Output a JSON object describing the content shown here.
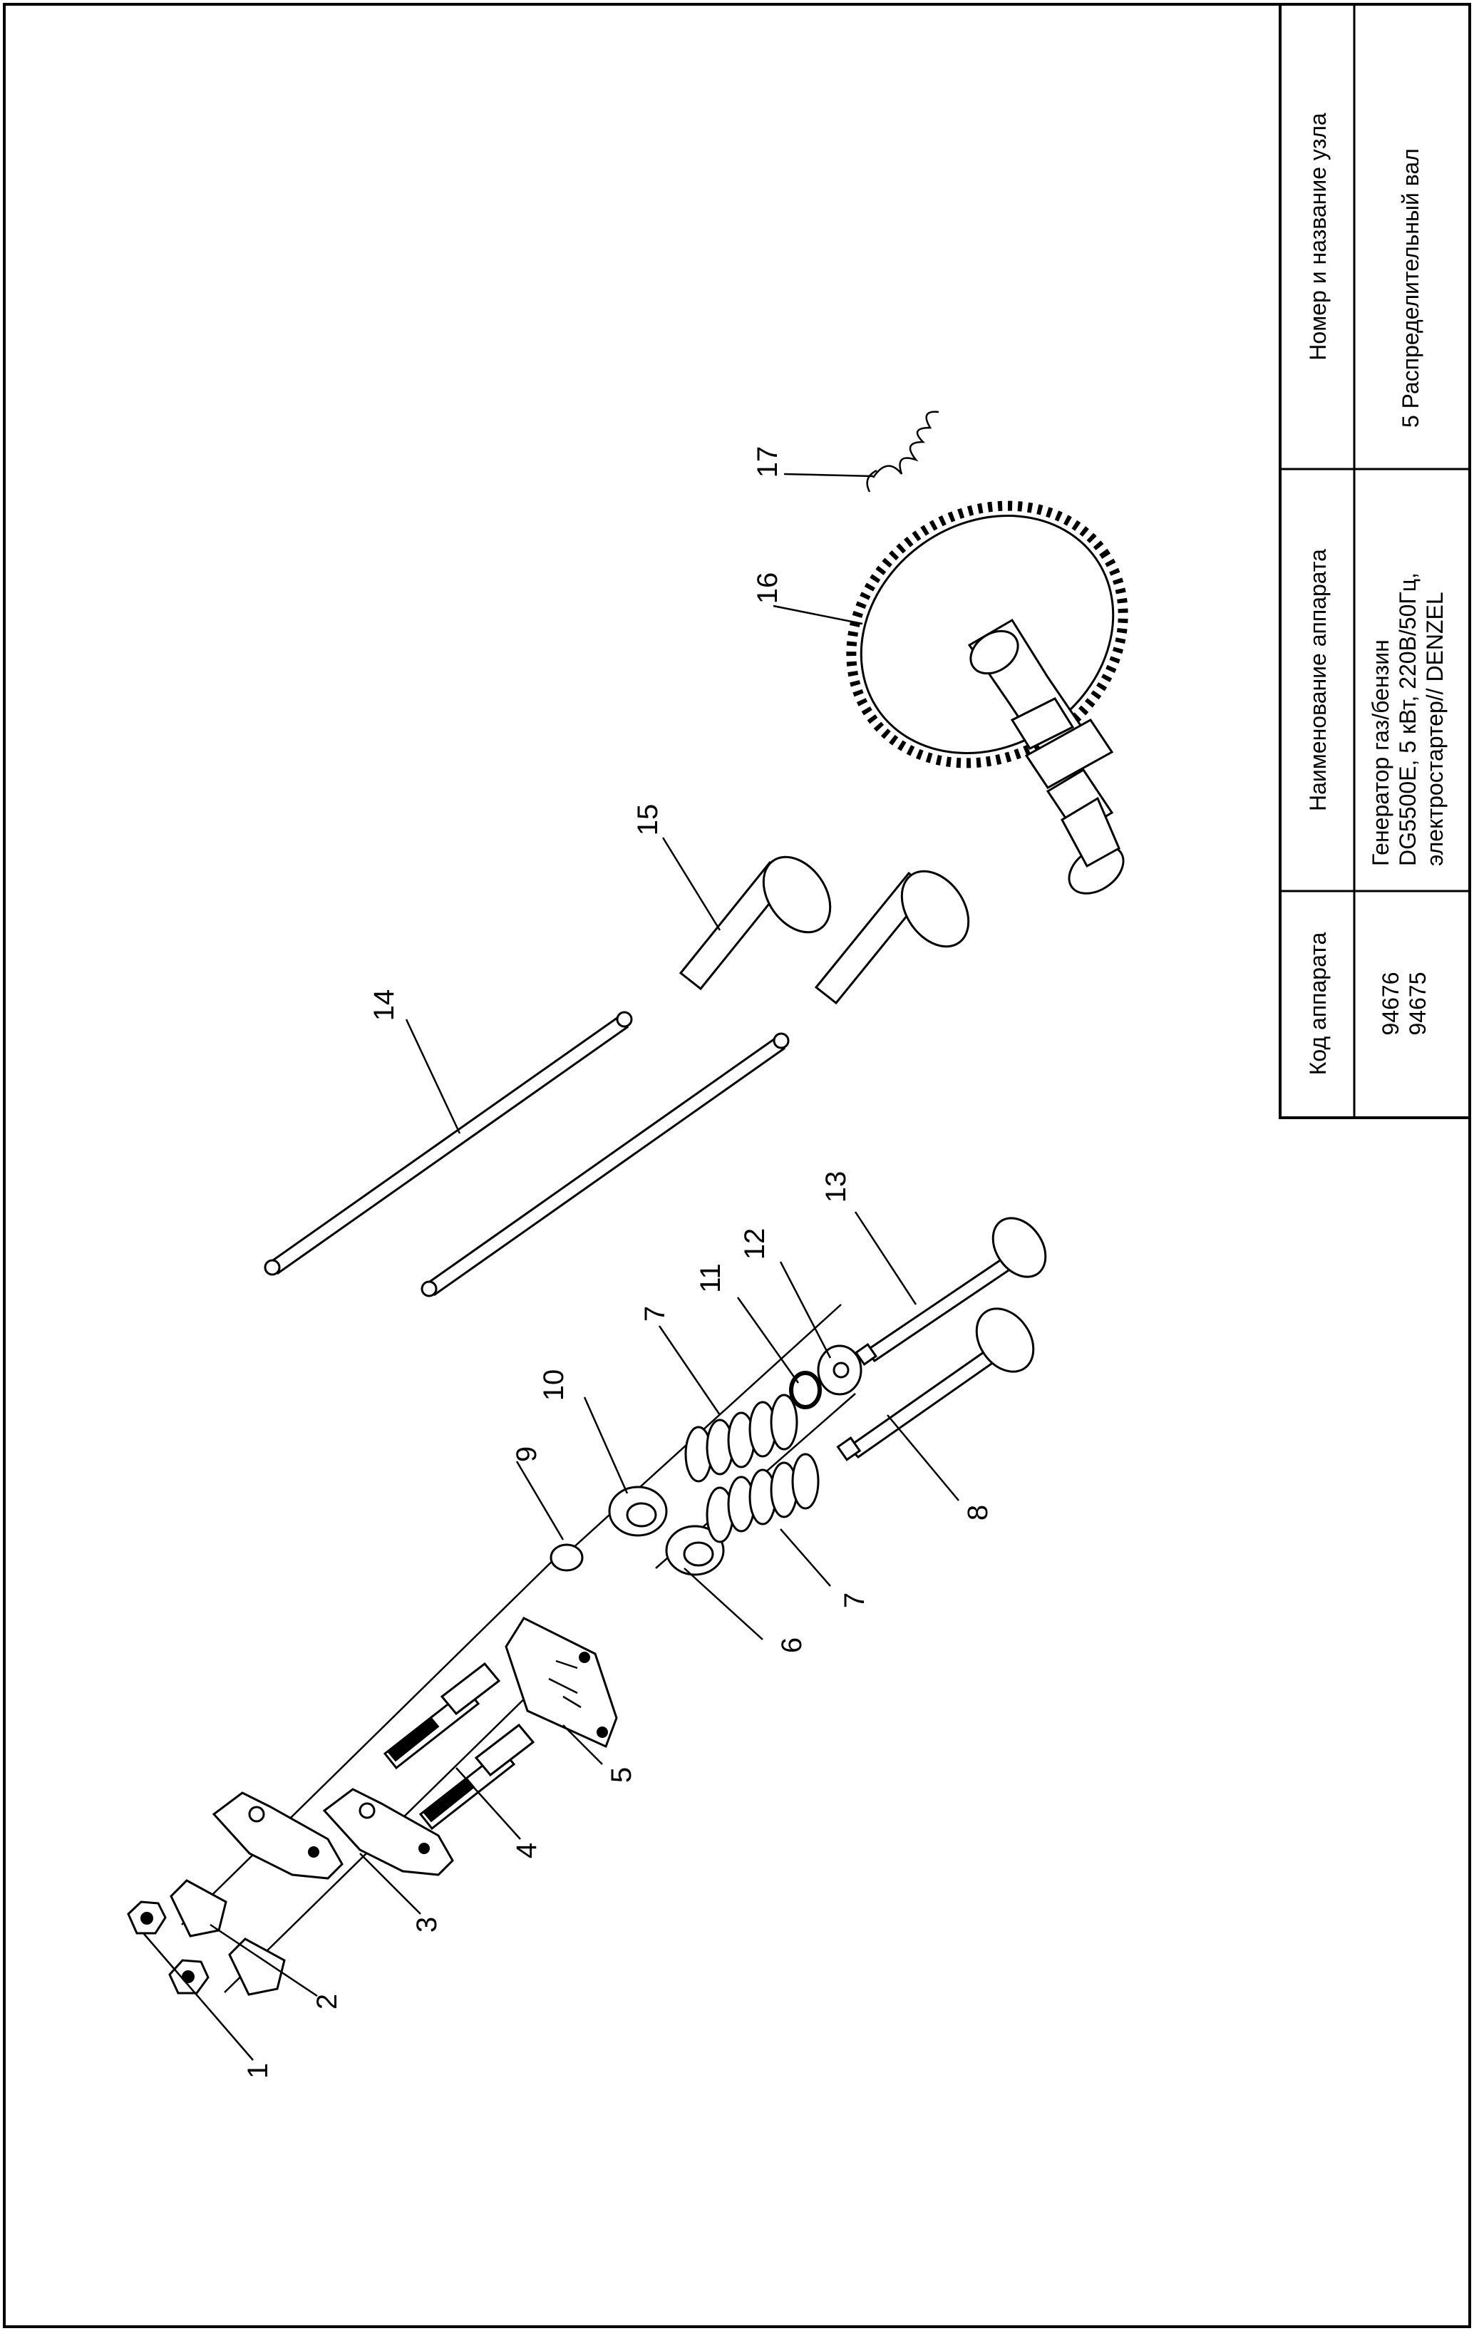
{
  "title_block": {
    "col_code": {
      "header": "Код аппарата",
      "values": [
        "94676",
        "94675"
      ]
    },
    "col_name": {
      "header": "Наименование аппарата",
      "lines": [
        "Генератор газ/бензин",
        "DG5500E, 5 кВт, 220В/50Гц,",
        "электростартер// DENZEL"
      ]
    },
    "col_unit": {
      "header": "Номер и название узла",
      "value": "5 Распределительный вал"
    }
  },
  "callouts": [
    "1",
    "2",
    "3",
    "4",
    "5",
    "6",
    "7",
    "7",
    "8",
    "9",
    "10",
    "11",
    "12",
    "13",
    "14",
    "15",
    "16",
    "17"
  ]
}
